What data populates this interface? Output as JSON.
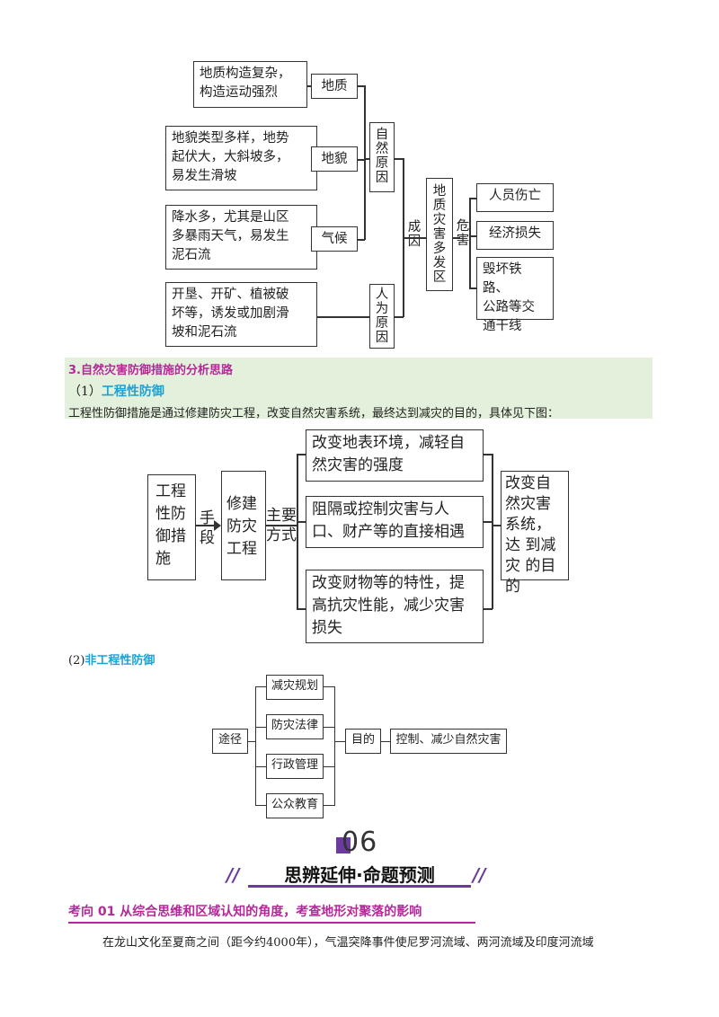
{
  "diagram1": {
    "causes": [
      "地质构造复杂，\n构造运动强烈",
      "地貌类型多样，地势\n起伏大，大斜坡多，\n易发生滑坡",
      "降水多，尤其是山区\n多暴雨天气，易发生\n泥石流",
      "开垦、开矿、植被破\n坏等，诱发或加剧滑\n坡和泥石流"
    ],
    "factors": [
      "地质",
      "地貌",
      "气候"
    ],
    "natural_cause": "自\n然\n原\n因",
    "human_cause": "人\n为\n原\n因",
    "formation_label": "成\n因",
    "center": "地\n质\n灾\n害\n多\n发\n区",
    "harm_label": "危\n害",
    "harms": [
      "人员伤亡",
      "经济损失",
      "毁坏铁路、\n公路等交\n通干线"
    ]
  },
  "section3": {
    "heading": "3.自然灾害防御措施的分析思路",
    "sub1_prefix": "（1）",
    "sub1_title": "工程性防御",
    "para": "工程性防御措施是通过修建防灾工程，改变自然灾害系统，最终达到减灾的目的，具体见下图："
  },
  "diagram2": {
    "left": "工程\n性防\n御措\n施",
    "means_label": "手\n段",
    "middle": "修建\n防灾\n工程",
    "mode_label": "主要\n方式",
    "options": [
      "改变地表环境，减轻自\n然灾害的强度",
      "阻隔或控制灾害与人\n口、财产等的直接相遇",
      "改变财物等的特性，提\n高抗灾性能，减少灾害\n损失"
    ],
    "result": "改变自\n然灾害\n系统，达\n到减灾\n的目的"
  },
  "section_nonengineering": {
    "prefix": "(2)",
    "title": "非工程性防御"
  },
  "diagram3": {
    "route": "途径",
    "items": [
      "减灾规划",
      "防灾法律",
      "行政管理",
      "公众教育"
    ],
    "purpose": "目的",
    "goal": "控制、减少自然灾害"
  },
  "banner": {
    "number": "06",
    "title": "思辨延伸·命题预测"
  },
  "topic": {
    "title": "考向 01 从综合思维和区域认知的角度，考查地形对聚落的影响",
    "body": "在龙山文化至夏商之间（距今约4000年），气温突降事件使尼罗河流域、两河流域及印度河流域"
  },
  "colors": {
    "heading_magenta": "#b5289a",
    "sub_cyan": "#1aa3d6",
    "band_green": "#e3f0dc",
    "banner_purple": "#6b3a9e"
  }
}
